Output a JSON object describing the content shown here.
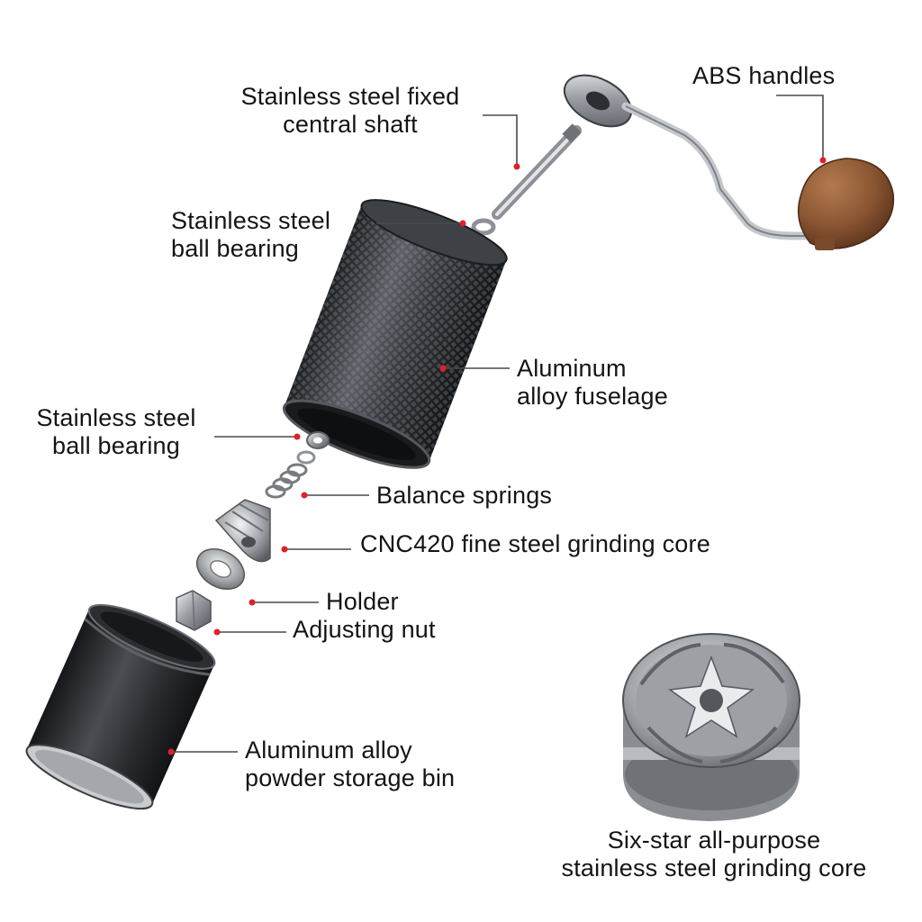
{
  "labels": {
    "central_shaft": [
      "Stainless steel fixed",
      "central shaft"
    ],
    "handles": "ABS handles",
    "bearing_top": [
      "Stainless steel",
      "ball bearing"
    ],
    "fuselage": [
      "Aluminum",
      "alloy fuselage"
    ],
    "bearing_bottom": [
      "Stainless steel",
      "ball bearing"
    ],
    "springs": "Balance springs",
    "grinding_core": "CNC420 fine steel grinding core",
    "holder": "Holder",
    "adjusting_nut": "Adjusting nut",
    "storage_bin": [
      "Aluminum alloy",
      "powder storage bin"
    ],
    "six_star": [
      "Six-star all-purpose",
      "stainless steel grinding core"
    ]
  },
  "colors": {
    "marker": "#e0202a",
    "leader": "#4a4a4a",
    "knob": "#8a5532",
    "body": "#2d2f33"
  }
}
